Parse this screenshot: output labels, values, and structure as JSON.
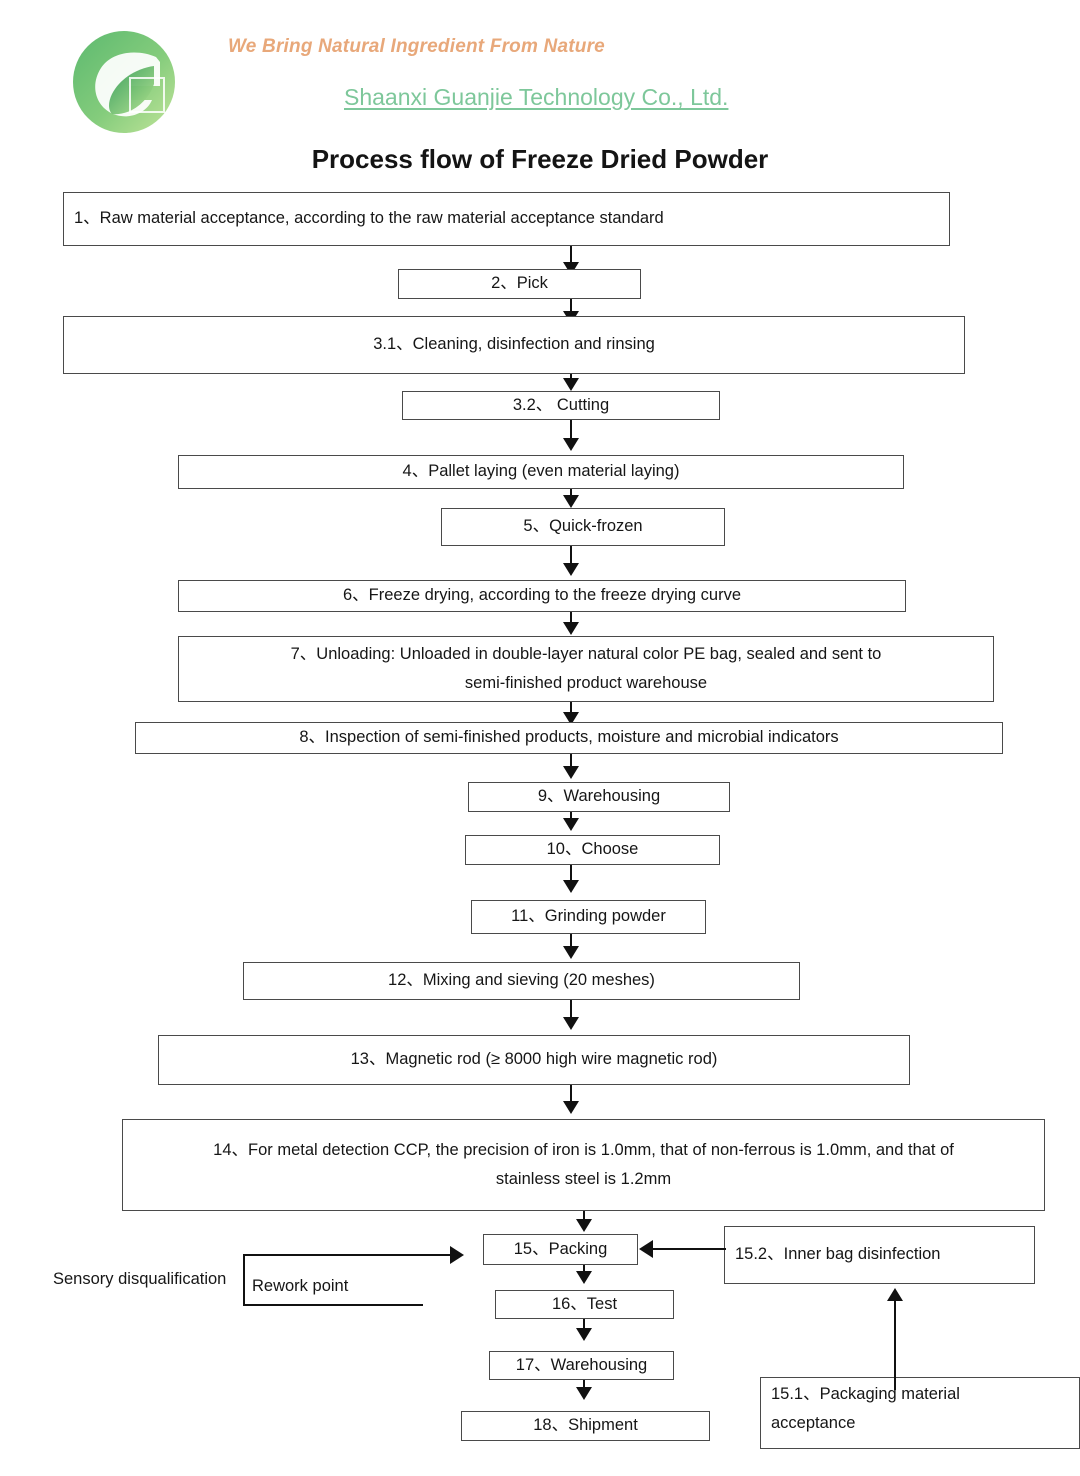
{
  "header": {
    "logo_icon": "green-circle-leaf-g-logo",
    "tagline": "We Bring Natural Ingredient From Nature",
    "company_name": "Shaanxi Guanjie Technology Co., Ltd.",
    "tagline_color": "#e8a87a",
    "company_color": "#7dc79a",
    "logo_color_dark": "#4fae6a",
    "logo_color_light": "#b9e08f"
  },
  "title": "Process flow of Freeze Dried Powder",
  "chart_data": {
    "type": "diagram",
    "title": "Process flow of Freeze Dried Powder",
    "orientation": "top-to-bottom",
    "nodes": [
      {
        "id": "n1",
        "label": "1、Raw material acceptance, according to the raw material acceptance standard"
      },
      {
        "id": "n2",
        "label": "2、Pick"
      },
      {
        "id": "n31",
        "label": "3.1、Cleaning, disinfection and rinsing"
      },
      {
        "id": "n32",
        "label": "3.2、 Cutting"
      },
      {
        "id": "n4",
        "label": "4、Pallet laying (even material laying)"
      },
      {
        "id": "n5",
        "label": "5、Quick-frozen"
      },
      {
        "id": "n6",
        "label": "6、Freeze drying, according to the freeze drying curve"
      },
      {
        "id": "n7",
        "label": "7、Unloading: Unloaded in double-layer natural color PE bag, sealed and sent to semi-finished product warehouse"
      },
      {
        "id": "n8",
        "label": "8、Inspection of semi-finished products, moisture and microbial indicators"
      },
      {
        "id": "n9",
        "label": "9、Warehousing"
      },
      {
        "id": "n10",
        "label": "10、Choose"
      },
      {
        "id": "n11",
        "label": "11、Grinding powder"
      },
      {
        "id": "n12",
        "label": "12、Mixing and sieving (20 meshes)"
      },
      {
        "id": "n13",
        "label": "13、Magnetic rod (≥ 8000 high wire magnetic rod)"
      },
      {
        "id": "n14",
        "label": "14、For metal detection CCP, the precision of iron is 1.0mm, that of non-ferrous is 1.0mm, and that of stainless steel is 1.2mm"
      },
      {
        "id": "n15",
        "label": "15、Packing"
      },
      {
        "id": "n16",
        "label": "16、Test"
      },
      {
        "id": "n17",
        "label": "17、Warehousing"
      },
      {
        "id": "n18",
        "label": "18、Shipment"
      },
      {
        "id": "n152",
        "label": "15.2、Inner bag disinfection"
      },
      {
        "id": "n151",
        "label": "15.1、Packaging material acceptance"
      },
      {
        "id": "rework",
        "label": "Rework point"
      },
      {
        "id": "sensory",
        "label": "Sensory disqualification"
      }
    ],
    "edges": [
      {
        "from": "n1",
        "to": "n2",
        "style": "arrow-down"
      },
      {
        "from": "n2",
        "to": "n31",
        "style": "arrow-down"
      },
      {
        "from": "n31",
        "to": "n32",
        "style": "arrow-down"
      },
      {
        "from": "n32",
        "to": "n4",
        "style": "arrow-down"
      },
      {
        "from": "n4",
        "to": "n5",
        "style": "arrow-down"
      },
      {
        "from": "n5",
        "to": "n6",
        "style": "arrow-down"
      },
      {
        "from": "n6",
        "to": "n7",
        "style": "arrow-down"
      },
      {
        "from": "n7",
        "to": "n8",
        "style": "arrow-down"
      },
      {
        "from": "n8",
        "to": "n9",
        "style": "arrow-down"
      },
      {
        "from": "n9",
        "to": "n10",
        "style": "arrow-down"
      },
      {
        "from": "n10",
        "to": "n11",
        "style": "arrow-down"
      },
      {
        "from": "n11",
        "to": "n12",
        "style": "arrow-down"
      },
      {
        "from": "n12",
        "to": "n13",
        "style": "arrow-down"
      },
      {
        "from": "n13",
        "to": "n14",
        "style": "arrow-down"
      },
      {
        "from": "n14",
        "to": "n15",
        "style": "arrow-down"
      },
      {
        "from": "n15",
        "to": "n16",
        "style": "arrow-down"
      },
      {
        "from": "n16",
        "to": "n17",
        "style": "arrow-down"
      },
      {
        "from": "n17",
        "to": "n18",
        "style": "arrow-down"
      },
      {
        "from": "n152",
        "to": "n15",
        "style": "arrow-left"
      },
      {
        "from": "n151",
        "to": "n152",
        "style": "arrow-up"
      },
      {
        "from": "rework",
        "to": "n15",
        "style": "arrow-right"
      }
    ],
    "line_color": "#111111",
    "box_border_color": "#4a4a4a",
    "box_fill": "#ffffff"
  },
  "nodes": {
    "n1": "1、Raw material acceptance, according to the raw material acceptance standard",
    "n2": "2、Pick",
    "n31": "3.1、Cleaning, disinfection and rinsing",
    "n32": "3.2、 Cutting",
    "n4": "4、Pallet laying (even material laying)",
    "n5": "5、Quick-frozen",
    "n6": "6、Freeze drying, according to the freeze drying curve",
    "n7_line1": "7、Unloading: Unloaded in double-layer natural color PE bag, sealed and sent to",
    "n7_line2": "semi-finished product warehouse",
    "n8": "8、Inspection of semi-finished products, moisture and microbial indicators",
    "n9": "9、Warehousing",
    "n10": "10、Choose",
    "n11": "11、Grinding powder",
    "n12": "12、Mixing and sieving (20 meshes)",
    "n13": "13、Magnetic rod (≥ 8000 high wire magnetic rod)",
    "n14_line1": "14、For metal detection CCP, the precision of iron is 1.0mm, that of non-ferrous is 1.0mm, and that of",
    "n14_line2": "stainless steel is 1.2mm",
    "n15": "15、Packing",
    "n16": "16、Test",
    "n17": "17、Warehousing",
    "n18": "18、Shipment",
    "n152": "15.2、Inner bag disinfection",
    "n151_line1": "15.1、Packaging material",
    "n151_line2": "acceptance",
    "rework": "Rework point",
    "sensory": "Sensory disqualification"
  }
}
